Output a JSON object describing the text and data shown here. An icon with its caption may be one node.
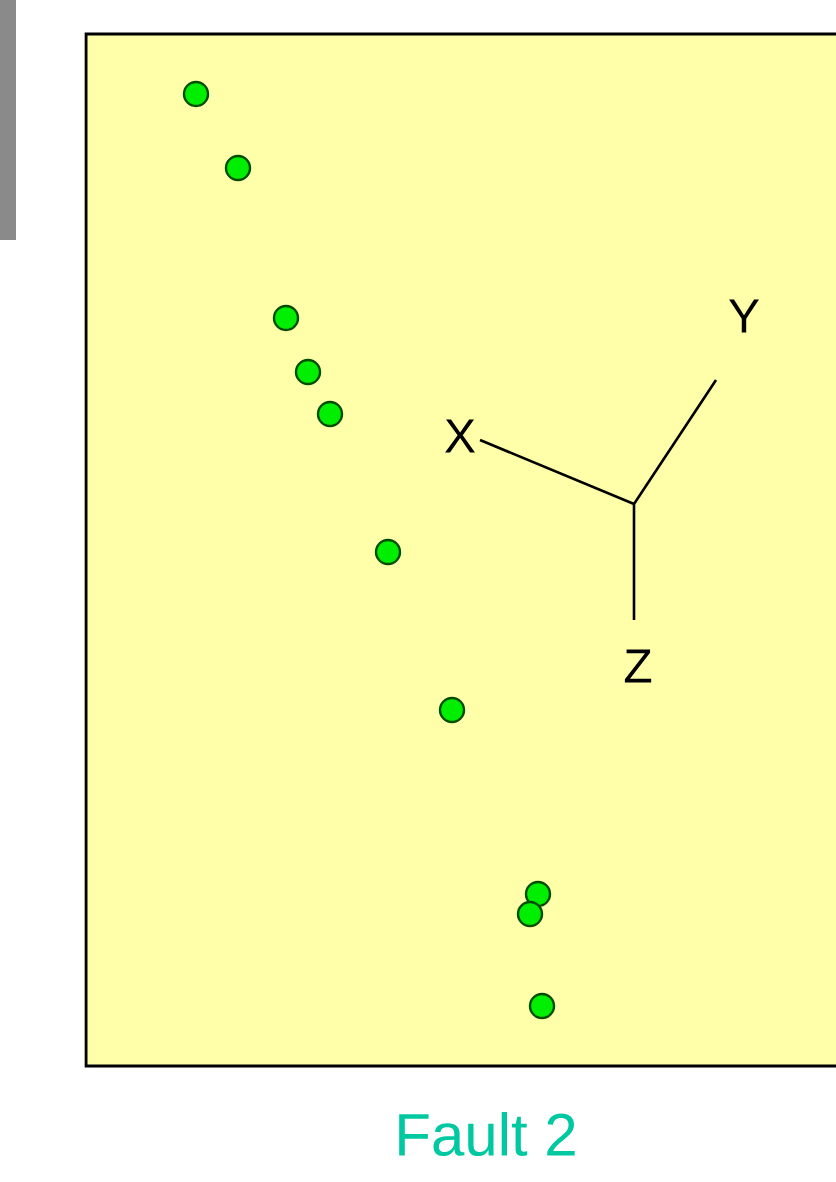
{
  "diagram": {
    "caption": "Fault 2",
    "labels": [
      "Y",
      "X",
      "Z"
    ]
  }
}
